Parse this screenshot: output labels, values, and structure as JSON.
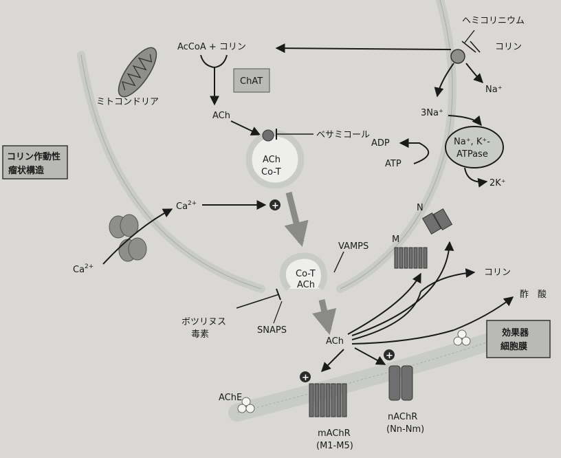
{
  "labels": {
    "acetyl_coa_choline": "AcCoA + コリン",
    "chat": "ChAT",
    "mitochondria": "ミトコンドリア",
    "ach_top": "ACh",
    "vesamicol": "ベサミコール",
    "vesicle_ach": "ACh",
    "vesicle_cot": "Co-T",
    "hemicholinium": "ヘミコリニウム",
    "choline_top": "コリン",
    "na_plus": "Na⁺",
    "three_na": "3Na⁺",
    "adp": "ADP",
    "atp": "ATP",
    "atpase_line1": "Na⁺, K⁺-",
    "atpase_line2": "ATPase",
    "two_k": "2K⁺",
    "ca_in": "Ca",
    "ca_out": "Ca",
    "ca_sup": "2+",
    "plus": "+",
    "n_receptor": "N",
    "m_receptor": "M",
    "vamps": "VAMPS",
    "fusing_cot": "Co-T",
    "fusing_ach": "ACh",
    "botulinum_line1": "ボツリヌス",
    "botulinum_line2": "毒素",
    "snaps": "SNAPS",
    "ach_cleft": "ACh",
    "choline_right": "コリン",
    "acetic_acid": "酢　酸",
    "ache": "AChE",
    "machr_name": "mAChR",
    "machr_sub": "(M1-M5)",
    "nachr_name": "nAChR",
    "nachr_sub": "(Nn-Nm)",
    "left_box_line1": "コリン作動性",
    "left_box_line2": "瘤状構造",
    "right_box_line1": "効果器",
    "right_box_line2": "細胞膜"
  },
  "colors": {
    "background": "#d9d8d4",
    "membrane": "#c9cbc6",
    "box_fill": "#b9b9b6",
    "receptor": "#6f6f6f",
    "arrow_gray": "#8a8a88",
    "ink": "#1a1a1a"
  }
}
